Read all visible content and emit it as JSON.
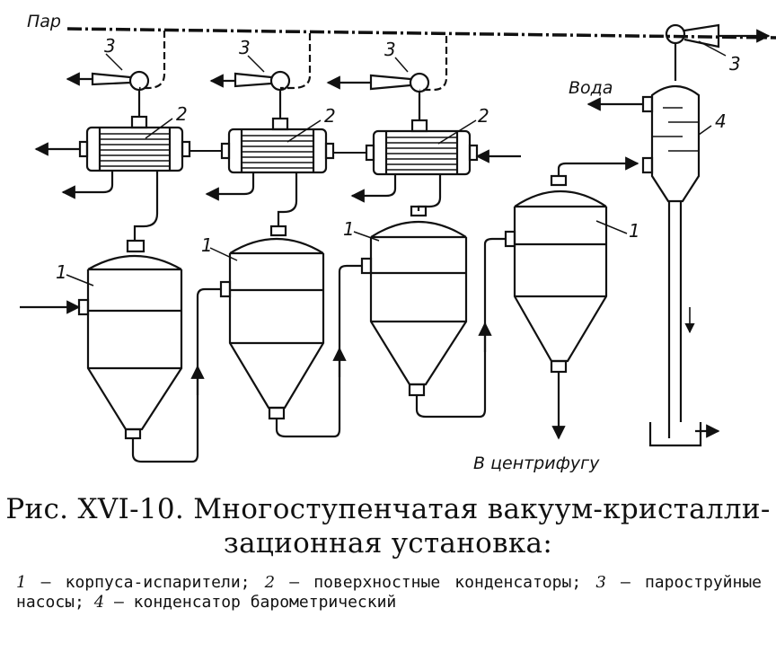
{
  "labels": {
    "steam": "Пар",
    "water": "Вода",
    "to_centrifuge": "В центрифугу",
    "evaporator": "1",
    "condenser": "2",
    "jet_pump": "3",
    "barometric": "4"
  },
  "caption": {
    "title_line1": "Рис. XVI-10. Многоступенчатая вакуум-кристалли-",
    "title_line2": "зационная установка:",
    "legend": {
      "n1": "1",
      "t1": " — корпуса-испарители;  ",
      "n2": "2",
      "t2": " — поверхностные конденсаторы;  ",
      "n3": "3",
      "t3": " — пароструйные насосы;  ",
      "n4": "4",
      "t4": " — конденсатор барометрический"
    }
  }
}
